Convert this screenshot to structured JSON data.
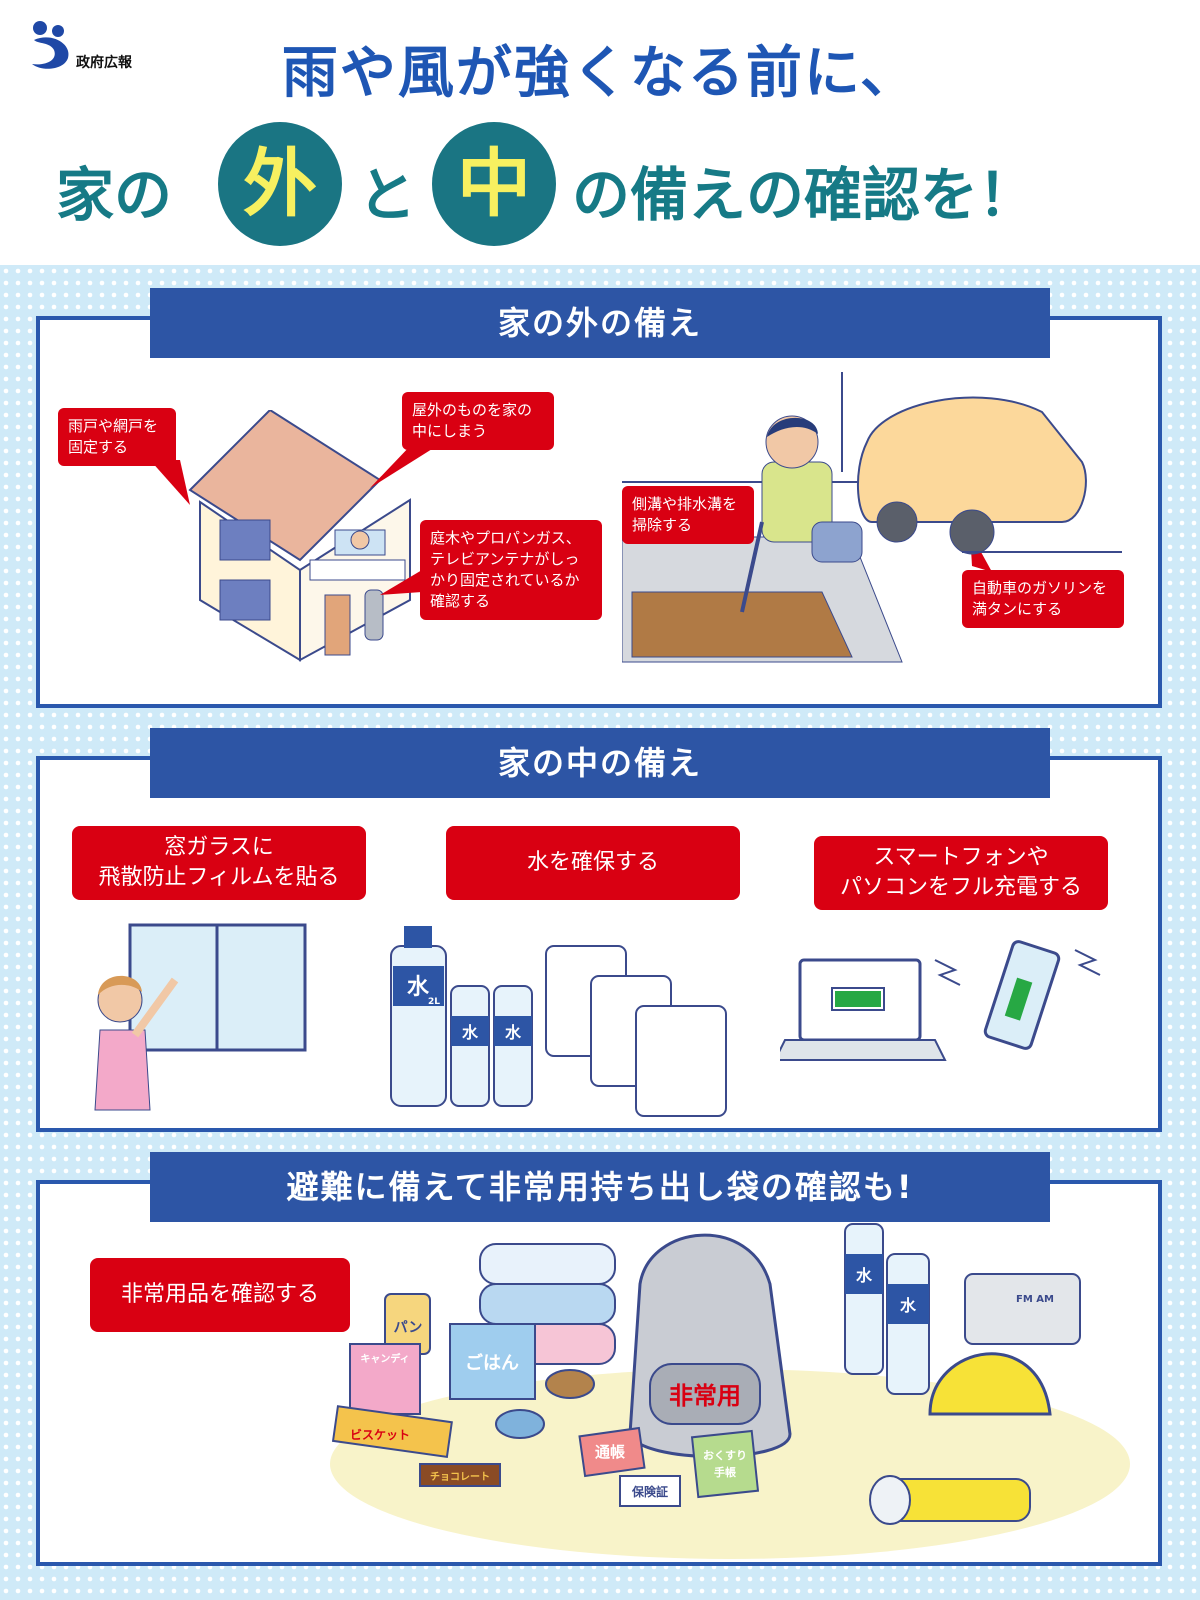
{
  "header": {
    "logo_text": "政府広報",
    "title_line1": "雨や風が強くなる前に、",
    "title_line2_a": "家の",
    "title_circle_1": "外",
    "title_line2_b": "と",
    "title_circle_2": "中",
    "title_line2_c": "の備えの確認を！"
  },
  "outside": {
    "title": "家の外の備え",
    "callouts": [
      "雨戸や網戸を\n固定する",
      "屋外のものを家の\n中にしまう",
      "庭木やプロパンガス、\nテレビアンテナがしっ\nかり固定されているか\n確認する",
      "側溝や排水溝を\n掃除する",
      "自動車のガソリンを\n満タンにする"
    ]
  },
  "inside": {
    "title": "家の中の備え",
    "boxes": [
      "窓ガラスに\n飛散防止フィルムを貼る",
      "水を確保する",
      "スマートフォンや\nパソコンをフル充電する"
    ],
    "labels": {
      "water_big": "水",
      "water_2l": "2L",
      "water_small": "水"
    }
  },
  "emergency": {
    "title": "避難に備えて非常用持ち出し袋の確認も!",
    "box": "非常用品を確認する",
    "labels": {
      "bag": "非常用",
      "pan": "パン",
      "candy": "キャンディ",
      "gohan": "ごはん",
      "biscuit": "ビスケット",
      "choco": "チョコレート",
      "tsucho": "通帳",
      "hoken": "保険証",
      "okusuri_1": "おくすり",
      "okusuri_2": "手帳",
      "water": "水",
      "radio": "FM AM"
    }
  },
  "colors": {
    "title_blue": "#1e56b4",
    "title_teal": "#167a86",
    "circle": "#1a7583",
    "circle_text": "#f7f060",
    "panel_header": "#2d55a5",
    "red": "#d90012"
  }
}
